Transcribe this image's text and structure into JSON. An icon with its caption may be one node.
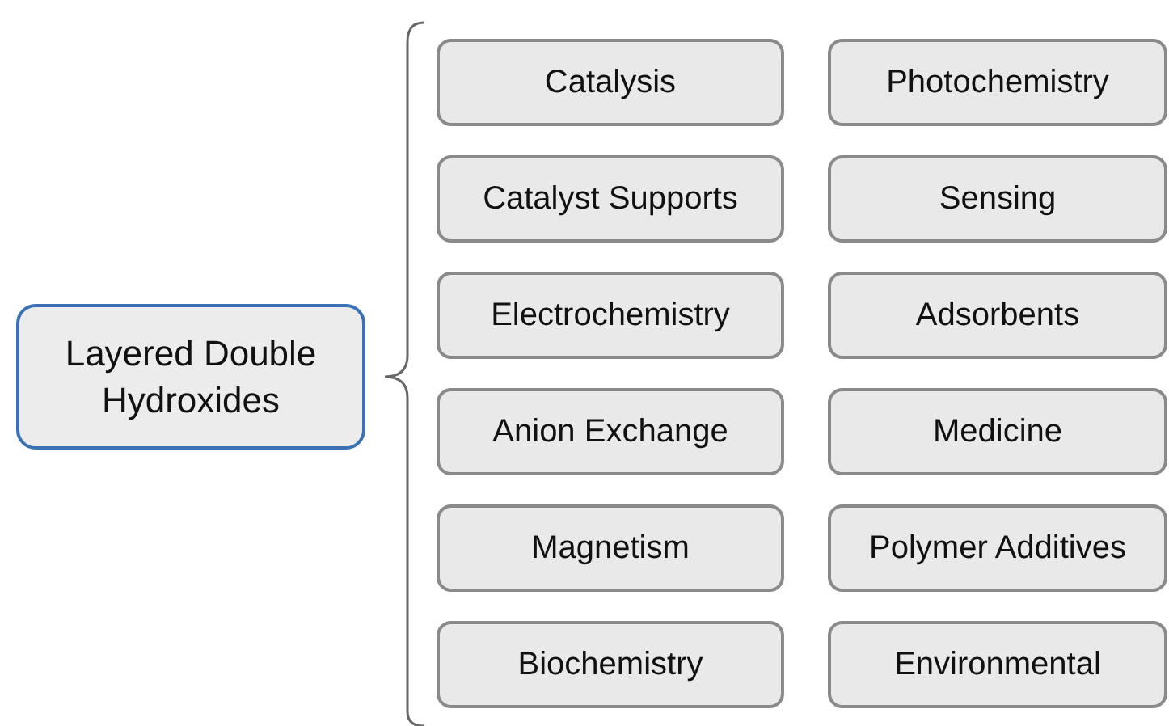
{
  "diagram": {
    "nodes": [
      {
        "text": [
          "Layered Double Hydroxides"
        ]
      },
      {
        "text": [
          "Catalysis"
        ]
      },
      {
        "text": [
          "Photochemistry"
        ]
      },
      {
        "text": [
          "Catalyst Supports"
        ]
      },
      {
        "text": [
          "Sensing"
        ]
      },
      {
        "text": [
          "Electrochemistry"
        ]
      },
      {
        "text": [
          "Adsorbents"
        ]
      },
      {
        "text": [
          "Anion Exchange"
        ]
      },
      {
        "text": [
          "Medicine"
        ]
      },
      {
        "text": [
          "Magnetism"
        ]
      },
      {
        "text": [
          "Polymer Additives"
        ]
      },
      {
        "text": [
          "Biochemistry"
        ]
      },
      {
        "text": [
          "Environmental"
        ]
      }
    ]
  }
}
